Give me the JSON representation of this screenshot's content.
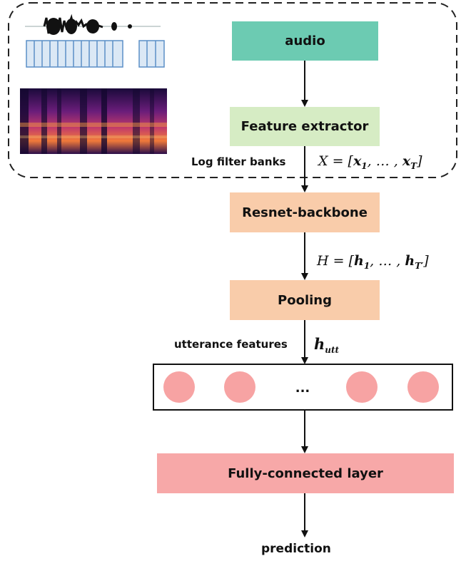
{
  "nodes": {
    "audio": "audio",
    "feature_extractor": "Feature extractor",
    "resnet": "Resnet-backbone",
    "pooling": "Pooling",
    "fc": "Fully-connected layer",
    "prediction": "prediction"
  },
  "labels": {
    "log_filter_banks": "Log filter banks",
    "utterance_features": "utterance features",
    "ellipsis": "..."
  },
  "math": {
    "x_prefix": "X = [",
    "x1": "x",
    "x1_sub": "1",
    "x_mid": ", … , ",
    "xt": "x",
    "xt_sub": "T",
    "x_suffix": "]",
    "h_prefix": "H = [",
    "h1": "h",
    "h1_sub": "1",
    "h_mid": ", … , ",
    "ht": "h",
    "ht_sub": "T′",
    "h_suffix": "]",
    "hutt": "h",
    "hutt_sub": "utt"
  },
  "colors": {
    "audio": "#6ccbb2",
    "feature_extractor": "#d6ecc4",
    "resnet": "#f9ccaa",
    "pooling": "#f9ccaa",
    "fc": "#f7a8a8",
    "neuron": "#f7a3a3"
  }
}
